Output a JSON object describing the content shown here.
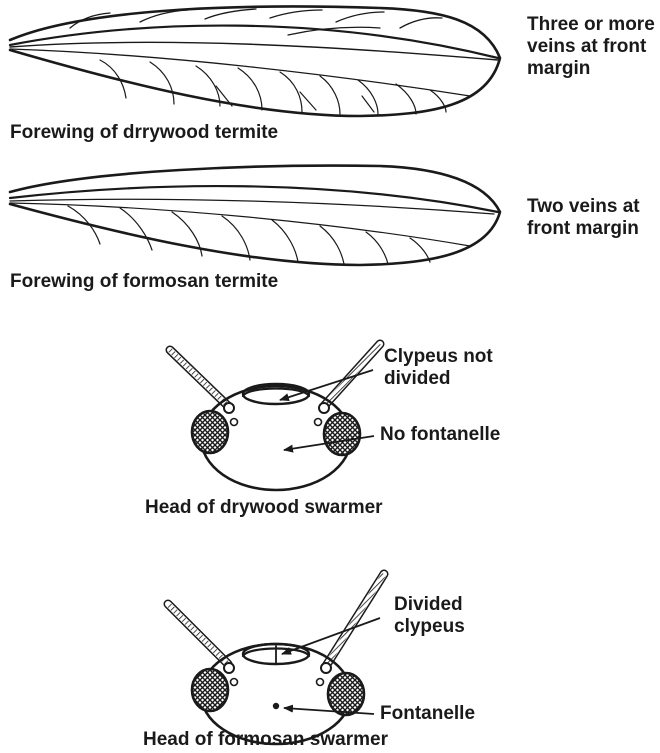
{
  "wings": {
    "drywood": {
      "caption": "Forewing of drrywood termite",
      "note_lines": [
        "Three or more",
        "veins at front",
        "margin"
      ]
    },
    "formosan": {
      "caption": "Forewing of formosan termite",
      "note_lines": [
        "Two veins at",
        "front margin"
      ]
    }
  },
  "heads": {
    "drywood": {
      "caption": "Head of drywood swarmer",
      "clypeus_lines": [
        "Clypeus not",
        "divided"
      ],
      "fontanelle_label": "No fontanelle"
    },
    "formosan": {
      "caption": "Head of formosan swarmer",
      "clypeus_lines": [
        "Divided",
        "clypeus"
      ],
      "fontanelle_label": "Fontanelle"
    }
  }
}
